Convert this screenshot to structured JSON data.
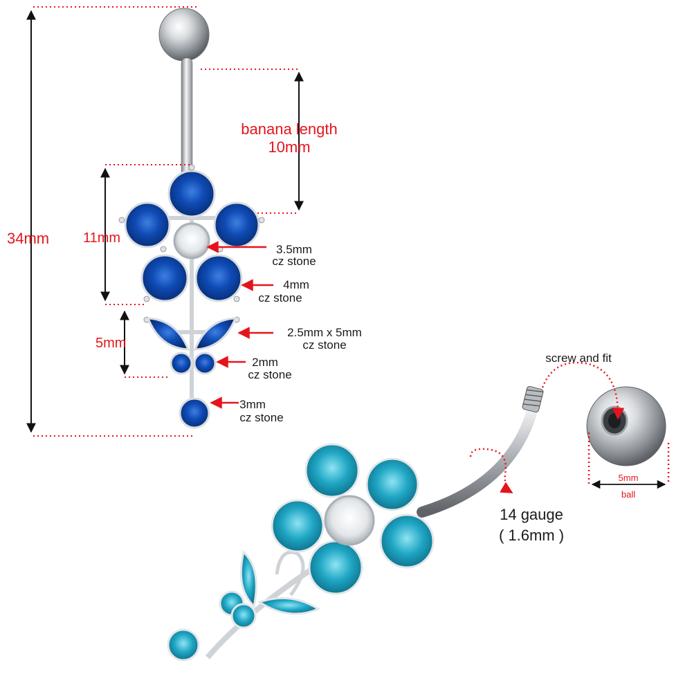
{
  "colors": {
    "dimension_red": "#e5141c",
    "text_black": "#1a1a1a",
    "stone_dark_blue": "#0a3d9c",
    "stone_aqua": "#1fa6c4",
    "stone_clear": "#f2f4f6",
    "metal_silver": "#c8ccd1"
  },
  "dimensions": {
    "total_length": "34mm",
    "banana_length_title": "banana length",
    "banana_length_value": "10mm",
    "flower_height": "11mm",
    "butterfly_height": "5mm"
  },
  "stones": [
    {
      "size": "3.5mm",
      "type": "cz stone"
    },
    {
      "size": "4mm",
      "type": "cz stone"
    },
    {
      "size": "2.5mm x 5mm",
      "type": "cz stone"
    },
    {
      "size": "2mm",
      "type": "cz stone"
    },
    {
      "size": "3mm",
      "type": "cz stone"
    }
  ],
  "side_view": {
    "screw_note": "screw and fit",
    "gauge_line1": "14 gauge",
    "gauge_line2": "( 1.6mm )",
    "ball_size": "5mm",
    "ball_word": "ball"
  }
}
